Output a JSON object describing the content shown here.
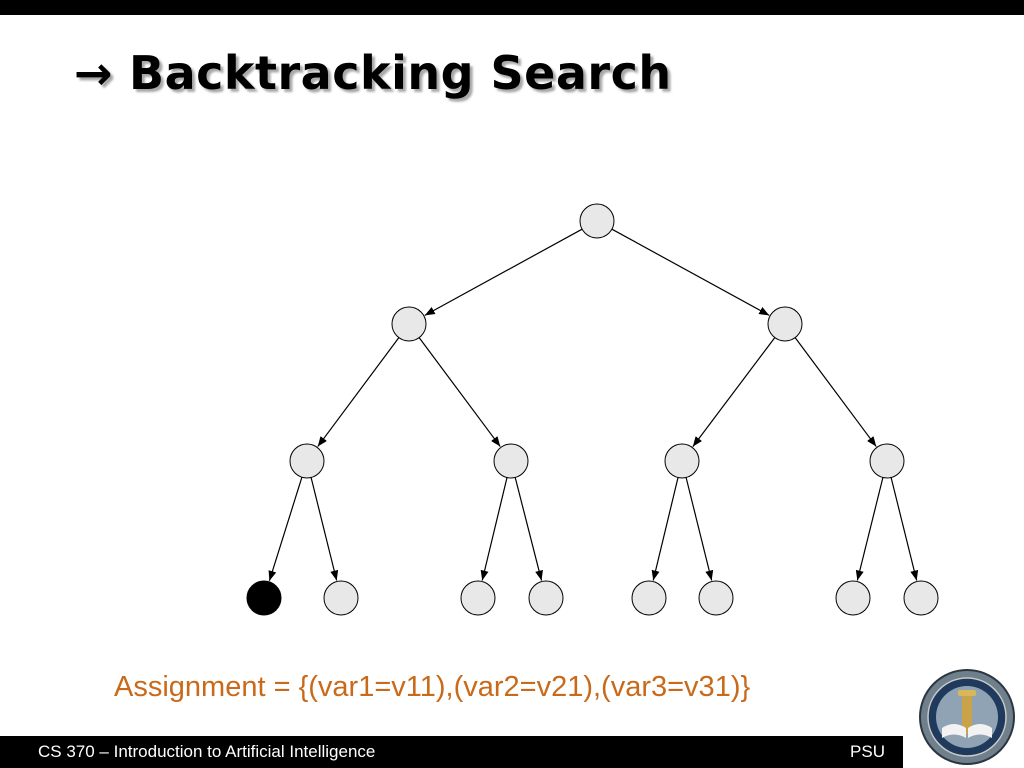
{
  "title": {
    "arrow": "→",
    "text": "Backtracking Search"
  },
  "tree": {
    "nodes": [
      {
        "id": "root",
        "state": "unvisited"
      },
      {
        "id": "var1-v11",
        "state": "unvisited"
      },
      {
        "id": "var1-v12",
        "state": "unvisited"
      },
      {
        "id": "var2-v21-a",
        "state": "unvisited"
      },
      {
        "id": "var2-v22-a",
        "state": "unvisited"
      },
      {
        "id": "var2-v21-b",
        "state": "unvisited"
      },
      {
        "id": "var2-v22-b",
        "state": "unvisited"
      },
      {
        "id": "var3-leaf-1",
        "state": "current"
      },
      {
        "id": "var3-leaf-2",
        "state": "unvisited"
      },
      {
        "id": "var3-leaf-3",
        "state": "unvisited"
      },
      {
        "id": "var3-leaf-4",
        "state": "unvisited"
      },
      {
        "id": "var3-leaf-5",
        "state": "unvisited"
      },
      {
        "id": "var3-leaf-6",
        "state": "unvisited"
      },
      {
        "id": "var3-leaf-7",
        "state": "unvisited"
      },
      {
        "id": "var3-leaf-8",
        "state": "unvisited"
      }
    ],
    "edges": [
      [
        "root",
        "var1-v11"
      ],
      [
        "root",
        "var1-v12"
      ],
      [
        "var1-v11",
        "var2-v21-a"
      ],
      [
        "var1-v11",
        "var2-v22-a"
      ],
      [
        "var1-v12",
        "var2-v21-b"
      ],
      [
        "var1-v12",
        "var2-v22-b"
      ],
      [
        "var2-v21-a",
        "var3-leaf-1"
      ],
      [
        "var2-v21-a",
        "var3-leaf-2"
      ],
      [
        "var2-v22-a",
        "var3-leaf-3"
      ],
      [
        "var2-v22-a",
        "var3-leaf-4"
      ],
      [
        "var2-v21-b",
        "var3-leaf-5"
      ],
      [
        "var2-v21-b",
        "var3-leaf-6"
      ],
      [
        "var2-v22-b",
        "var3-leaf-7"
      ],
      [
        "var2-v22-b",
        "var3-leaf-8"
      ]
    ]
  },
  "assignment": "Assignment = {(var1=v11),(var2=v21),(var3=v31)}",
  "footer": {
    "course": "CS 370 – Introduction to Artificial Intelligence",
    "org": "PSU"
  },
  "colors": {
    "node_fill": "#e8e8e8",
    "node_current": "#000000",
    "assignment_text": "#c96a1a"
  }
}
